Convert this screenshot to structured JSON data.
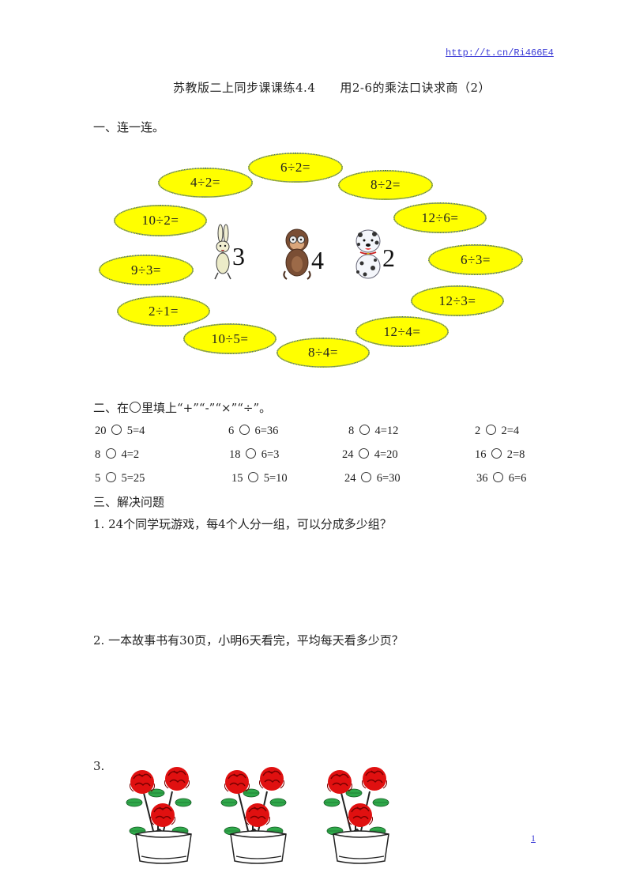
{
  "header": {
    "link_text": "http://t.cn/Ri466E4",
    "title": "苏教版二上同步课课练4.4　　用2-6的乘法口诀求商（2）"
  },
  "section1": {
    "heading": "一、连一连。",
    "ovals": [
      {
        "label": "4÷2="
      },
      {
        "label": "6÷2="
      },
      {
        "label": "8÷2="
      },
      {
        "label": "12÷6="
      },
      {
        "label": "10÷2="
      },
      {
        "label": "6÷3="
      },
      {
        "label": "9÷3="
      },
      {
        "label": "12÷3="
      },
      {
        "label": "2÷1="
      },
      {
        "label": "12÷4="
      },
      {
        "label": "10÷5="
      },
      {
        "label": "8÷4="
      }
    ],
    "animals": [
      {
        "name": "rabbit",
        "number": "3"
      },
      {
        "name": "monkey",
        "number": "4"
      },
      {
        "name": "dalmatian-dog",
        "number": "2"
      }
    ]
  },
  "section2": {
    "heading_prefix": "二、在",
    "heading_suffix": "里填上“+”“-”“×”“÷”。",
    "rows": [
      [
        {
          "left": "20",
          "right": "5=4"
        },
        {
          "left": "6",
          "right": "6=36"
        },
        {
          "left": "8",
          "right": "4=12"
        },
        {
          "left": "2",
          "right": "2=4"
        }
      ],
      [
        {
          "left": "8",
          "right": "4=2"
        },
        {
          "left": "18",
          "right": "6=3"
        },
        {
          "left": "24",
          "right": "4=20"
        },
        {
          "left": "16",
          "right": "2=8"
        }
      ],
      [
        {
          "left": "5",
          "right": "5=25"
        },
        {
          "left": "15",
          "right": "5=10"
        },
        {
          "left": "24",
          "right": "6=30"
        },
        {
          "left": "36",
          "right": "6=6"
        }
      ]
    ]
  },
  "section3": {
    "heading": "三、解决问题",
    "q1": "1. 24个同学玩游戏，每4个人分一组，可以分成多少组？",
    "q2": "2.  一本故事书有30页，小明6天看完，平均每天看多少页？",
    "q3_label": "3.",
    "flower_pots": [
      {
        "name": "rose-pot-1",
        "roses": 3
      },
      {
        "name": "rose-pot-2",
        "roses": 3
      },
      {
        "name": "rose-pot-3",
        "roses": 3
      }
    ]
  },
  "footer": {
    "page_number": "1"
  },
  "colors": {
    "oval_fill": "#ffff00",
    "oval_border": "#2f5b6b",
    "link": "#3b3bd6",
    "rose_red": "#e01010",
    "leaf_green": "#2fa84a"
  }
}
